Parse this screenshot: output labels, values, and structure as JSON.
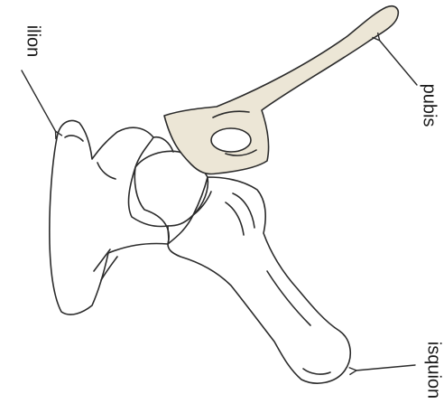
{
  "labels": {
    "ilion": "ilion",
    "pubis": "pubis",
    "isquion": "isquion"
  },
  "colors": {
    "outline": "#2b2b2b",
    "pubis_fill": "#ece6d6",
    "background": "#ffffff"
  }
}
